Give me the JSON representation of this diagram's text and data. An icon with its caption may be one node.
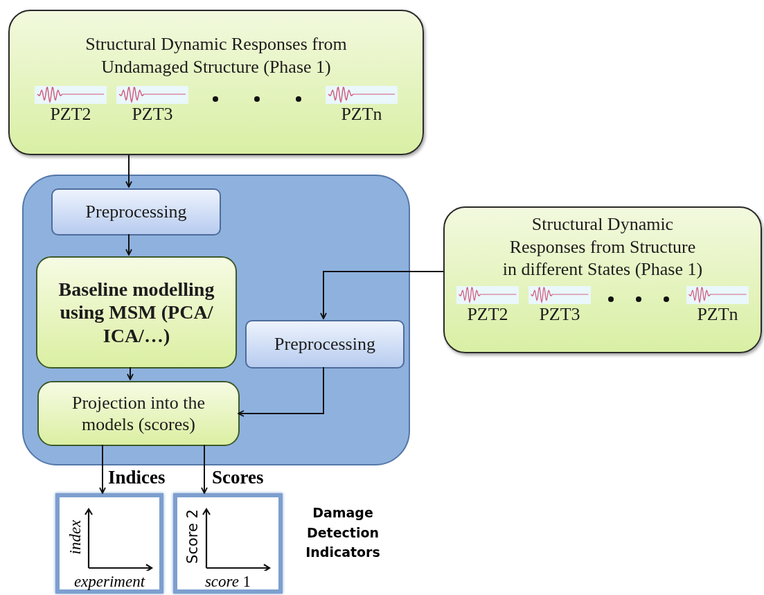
{
  "diagram": {
    "nodes": [
      {
        "text": [
          "Structural Dynamic Responses from Undamaged Structure (Phase 1)",
          "PZT2",
          "PZT3",
          "PZTn"
        ]
      },
      {
        "text": [],
        "shape": "box"
      },
      {
        "text": [
          "Preprocessing"
        ],
        "in": 1
      },
      {
        "text": [
          "Baseline modelling using MSM (PCA/ ICA/…)"
        ],
        "in": 1
      },
      {
        "text": [
          "Preprocessing"
        ],
        "in": 1
      },
      {
        "text": [
          "Projection into the models (scores)"
        ],
        "in": 1
      },
      {
        "text": [
          "Structural Dynamic Responses from Structure in different States (Phase 1)",
          "PZT2",
          "PZT3",
          "PZTn"
        ]
      },
      {
        "text": [
          "index",
          "experiment"
        ]
      },
      {
        "text": [
          "Score 2",
          "*score* 1"
        ]
      }
    ],
    "edges": [
      {
        "from": 0,
        "to": 2,
        "arrow": "to"
      },
      {
        "from": 2,
        "to": 3,
        "arrow": "to"
      },
      {
        "from": 3,
        "to": 5,
        "arrow": "to"
      },
      {
        "from": 6,
        "to": 4,
        "arrow": "to"
      },
      {
        "from": 4,
        "to": 5,
        "arrow": "to"
      },
      {
        "from": 5,
        "to": 7,
        "arrow": "to",
        "label": "Indices"
      },
      {
        "from": 5,
        "to": 8,
        "arrow": "to",
        "label": "Scores"
      }
    ],
    "labels": [
      "Damage Detection Indicators"
    ]
  }
}
